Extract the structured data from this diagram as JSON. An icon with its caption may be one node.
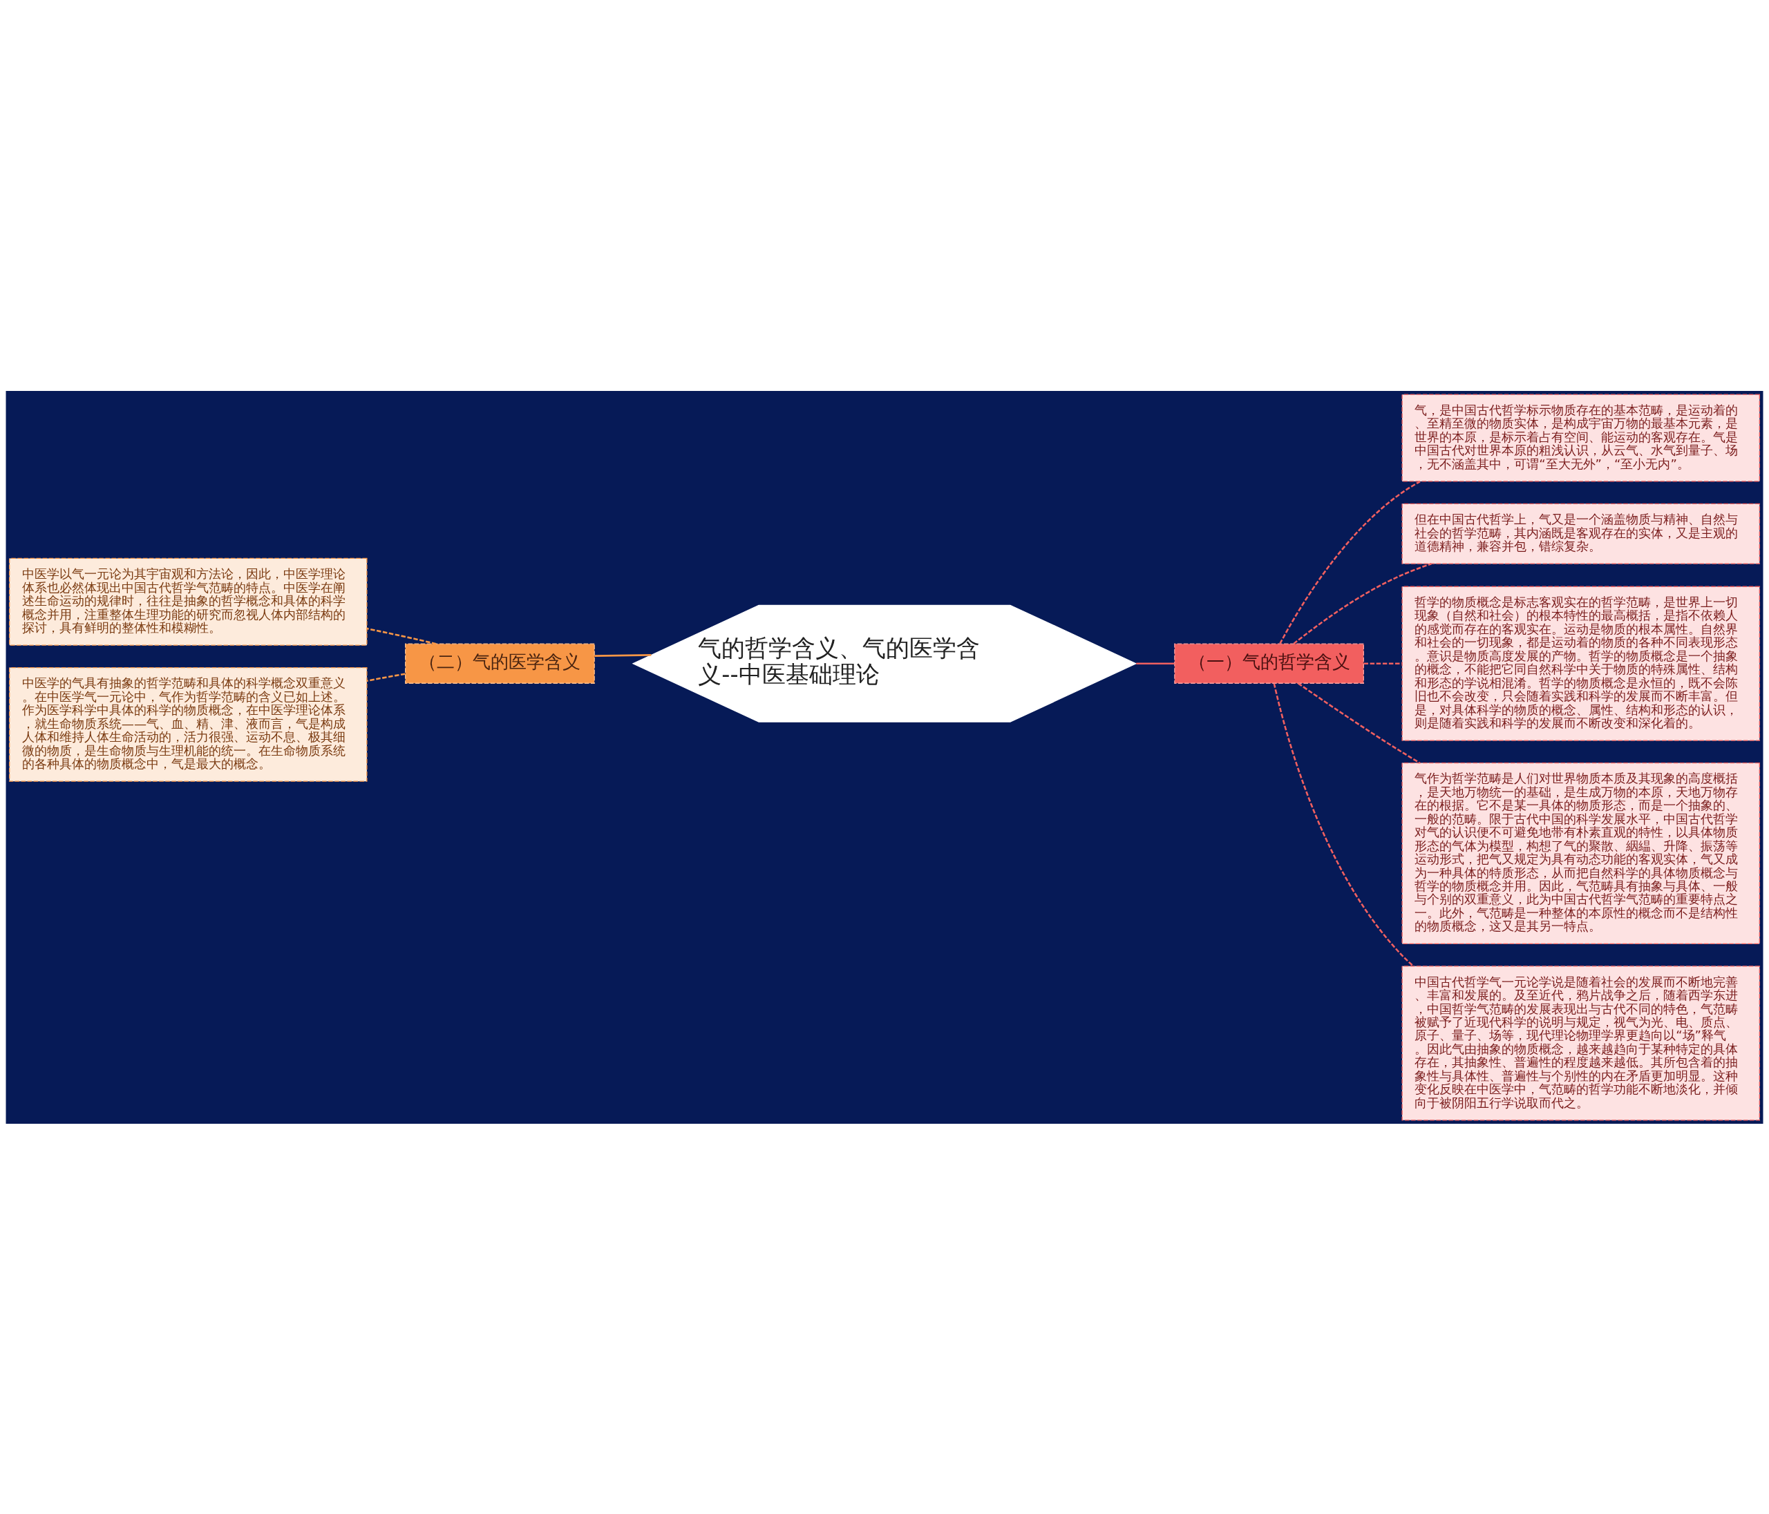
{
  "diagram": {
    "nodes": [
      {
        "text": [
          "气的哲学含义、气的医学含义--中医基础理论"
        ]
      },
      {
        "text": [
          "（一）气的哲学含义"
        ]
      },
      {
        "text": [
          "气，是中国古代哲学标示物质存在的基本范畴，是运动着的、至精至微的物质实体，是构成宇宙万物的最基本元素，是世界的本原，是标示着占有空间、能运动的客观存在。气是中国古代对世界本原的粗浅认识，从云气、水气到量子、场，无不涵盖其中，可谓“至大无外”，“至小无内”。"
        ]
      },
      {
        "text": [
          "但在中国古代哲学上，气又是一个涵盖物质与精神、自然与社会的哲学范畴，其内涵既是客观存在的实体，又是主观的道德精神，兼容并包，错综复杂。"
        ]
      },
      {
        "text": [
          "哲学的物质概念是标志客观实在的哲学范畴，是世界上一切现象（自然和社会）的根本特性的最高概括，是指不依赖人的感觉而存在的客观实在。运动是物质的根本属性。自然界和社会的一切现象，都是运动着的物质的各种不同表现形态。意识是物质高度发展的产物。哲学的物质概念是一个抽象的概念，不能把它同自然科学中关于物质的特殊属性、结构和形态的学说相混淆。哲学的物质概念是永恒的，既不会陈旧也不会改变，只会随着实践和科学的发展而不断丰富。但是，对具体科学的物质的概念、属性、结构和形态的认识，则是随着实践和科学的发展而不断改变和深化着的。"
        ]
      },
      {
        "text": [
          "气作为哲学范畴是人们对世界物质本质及其现象的高度概括，是天地万物统一的基础，是生成万物的本原，天地万物存在的根据。它不是某一具体的物质形态，而是一个抽象的、一般的范畴。限于古代中国的科学发展水平，中国古代哲学对气的认识便不可避免地带有朴素直观的特性，以具体物质形态的气体为模型，构想了气的聚散、絪緼、升降、振荡等运动形式，把气又规定为具有动态功能的客观实体，气又成为一种具体的特质形态，从而把自然科学的具体物质概念与哲学的物质概念并用。因此，气范畴具有抽象与具体、一般与个别的双重意义，此为中国古代哲学气范畴的重要特点之一。此外，气范畴是一种整体的本原性的概念而不是结构性的物质概念，这又是其另一特点。"
        ]
      },
      {
        "text": [
          "中国古代哲学气一元论学说是随着社会的发展而不断地完善、丰富和发展的。及至近代，鸦片战争之后，随着西学东进，中国哲学气范畴的发展表现出与古代不同的特色，气范畴被赋予了近现代科学的说明与规定，视气为光、电、质点、原子、量子、场等，现代理论物理学界更趋向以“场”释气。因此气由抽象的物质概念，越来越趋向于某种特定的具体存在，其抽象性、普遍性的程度越来越低。其所包含着的抽象性与具体性、普遍性与个别性的内在矛盾更加明显。这种变化反映在中医学中，气范畴的哲学功能不断地淡化，并倾向于被阴阳五行学说取而代之。"
        ]
      },
      {
        "text": [
          "（二）气的医学含义"
        ]
      },
      {
        "text": [
          "中医学以气一元论为其宇宙观和方法论，因此，中医学理论体系也必然体现出中国古代哲学气范畴的特点。中医学在阐述生命运动的规律时，往往是抽象的哲学概念和具体的科学概念并用，注重整体生理功能的研究而忽视人体内部结构的探讨，具有鲜明的整体性和模糊性。"
        ]
      },
      {
        "text": [
          "中医学的气具有抽象的哲学范畴和具体的科学概念双重意义。在中医学气一元论中，气作为哲学范畴的含义已如上述。作为医学科学中具体的科学的物质概念，在中医学理论体系，就生命物质系统——气、血、精、津、液而言，气是构成人体和维持人体生命活动的，活力很强、运动不息、极其细微的物质，是生命物质与生理机能的统一。在生命物质系统的各种具体的物质概念中，气是最大的概念。"
        ]
      }
    ],
    "edges": [
      {
        "from": 0,
        "to": 1,
        "arrow": "none"
      },
      {
        "from": 1,
        "to": 2,
        "arrow": "none",
        "style": "dashed"
      },
      {
        "from": 1,
        "to": 3,
        "arrow": "none",
        "style": "dashed"
      },
      {
        "from": 1,
        "to": 4,
        "arrow": "none",
        "style": "dashed"
      },
      {
        "from": 1,
        "to": 5,
        "arrow": "none",
        "style": "dashed"
      },
      {
        "from": 1,
        "to": 6,
        "arrow": "none",
        "style": "dashed"
      },
      {
        "from": 0,
        "to": 7,
        "arrow": "none",
        "color": "#f79646"
      },
      {
        "from": 7,
        "to": 8,
        "arrow": "none",
        "style": "dashed",
        "color": "#f79646"
      },
      {
        "from": 7,
        "to": 9,
        "arrow": "none",
        "style": "dashed",
        "color": "#f79646"
      }
    ]
  }
}
